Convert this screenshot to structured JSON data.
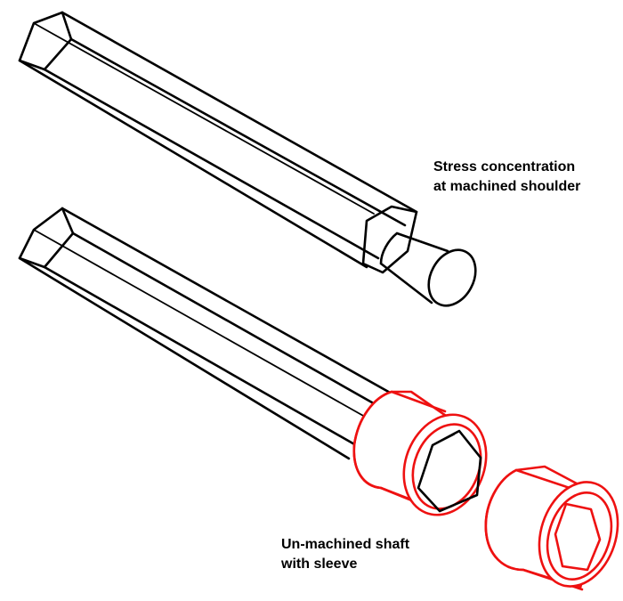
{
  "colors": {
    "background": "#ffffff",
    "outline": "#000000",
    "sleeve": "#ee1111"
  },
  "annotations": {
    "top": {
      "line1": "Stress concentration",
      "line2": "at machined shoulder"
    },
    "bottom": {
      "line1": "Un-machined shaft",
      "line2": "with sleeve"
    }
  }
}
